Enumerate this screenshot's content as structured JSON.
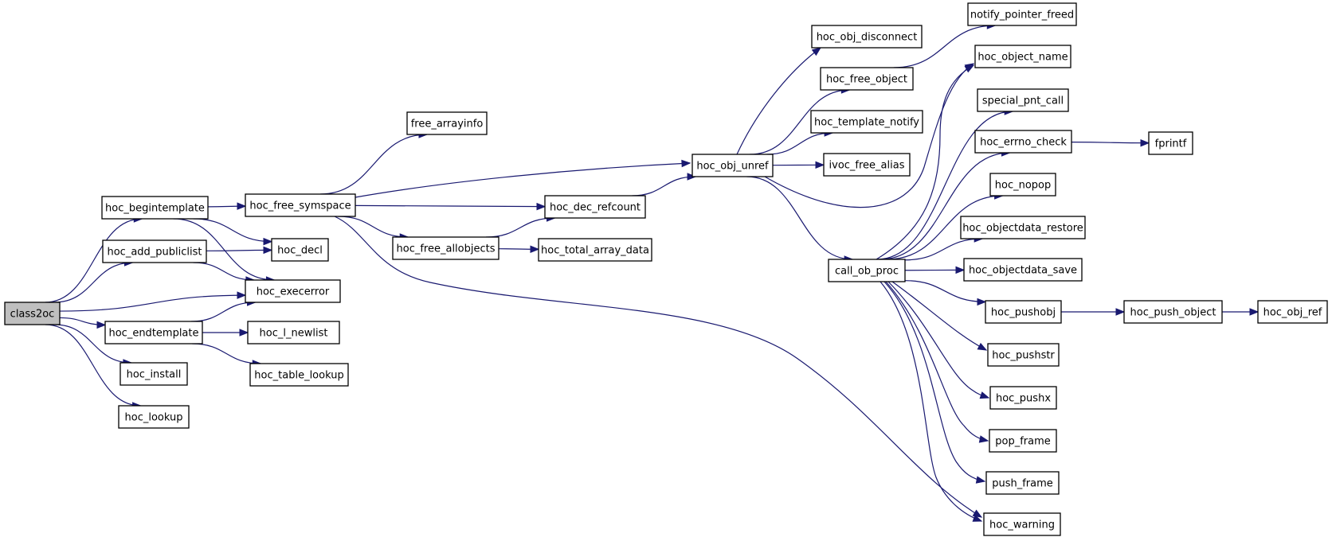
{
  "graph": {
    "type": "call-graph",
    "root": "class2oc",
    "colors": {
      "edge": "#191970",
      "node_fill": "#ffffff",
      "root_fill": "#bfbfbf",
      "node_border": "#000000"
    },
    "nodes": [
      {
        "id": "class2oc",
        "label": "class2oc"
      },
      {
        "id": "hoc_begintemplate",
        "label": "hoc_begintemplate"
      },
      {
        "id": "hoc_add_publiclist",
        "label": "hoc_add_publiclist"
      },
      {
        "id": "hoc_endtemplate",
        "label": "hoc_endtemplate"
      },
      {
        "id": "hoc_install",
        "label": "hoc_install"
      },
      {
        "id": "hoc_lookup",
        "label": "hoc_lookup"
      },
      {
        "id": "hoc_free_symspace",
        "label": "hoc_free_symspace"
      },
      {
        "id": "hoc_decl",
        "label": "hoc_decl"
      },
      {
        "id": "hoc_execerror",
        "label": "hoc_execerror"
      },
      {
        "id": "hoc_l_newlist",
        "label": "hoc_l_newlist"
      },
      {
        "id": "hoc_table_lookup",
        "label": "hoc_table_lookup"
      },
      {
        "id": "free_arrayinfo",
        "label": "free_arrayinfo"
      },
      {
        "id": "hoc_free_allobjects",
        "label": "hoc_free_allobjects"
      },
      {
        "id": "hoc_dec_refcount",
        "label": "hoc_dec_refcount"
      },
      {
        "id": "hoc_total_array_data",
        "label": "hoc_total_array_data"
      },
      {
        "id": "hoc_obj_unref",
        "label": "hoc_obj_unref"
      },
      {
        "id": "hoc_obj_disconnect",
        "label": "hoc_obj_disconnect"
      },
      {
        "id": "hoc_free_object",
        "label": "hoc_free_object"
      },
      {
        "id": "hoc_template_notify",
        "label": "hoc_template_notify"
      },
      {
        "id": "ivoc_free_alias",
        "label": "ivoc_free_alias"
      },
      {
        "id": "call_ob_proc",
        "label": "call_ob_proc"
      },
      {
        "id": "notify_pointer_freed",
        "label": "notify_pointer_freed"
      },
      {
        "id": "hoc_object_name",
        "label": "hoc_object_name"
      },
      {
        "id": "special_pnt_call",
        "label": "special_pnt_call"
      },
      {
        "id": "hoc_errno_check",
        "label": "hoc_errno_check"
      },
      {
        "id": "hoc_nopop",
        "label": "hoc_nopop"
      },
      {
        "id": "hoc_objectdata_restore",
        "label": "hoc_objectdata_restore"
      },
      {
        "id": "hoc_objectdata_save",
        "label": "hoc_objectdata_save"
      },
      {
        "id": "hoc_pushobj",
        "label": "hoc_pushobj"
      },
      {
        "id": "hoc_pushstr",
        "label": "hoc_pushstr"
      },
      {
        "id": "hoc_pushx",
        "label": "hoc_pushx"
      },
      {
        "id": "pop_frame",
        "label": "pop_frame"
      },
      {
        "id": "push_frame",
        "label": "push_frame"
      },
      {
        "id": "hoc_warning",
        "label": "hoc_warning"
      },
      {
        "id": "fprintf",
        "label": "fprintf"
      },
      {
        "id": "hoc_push_object",
        "label": "hoc_push_object"
      },
      {
        "id": "hoc_obj_ref",
        "label": "hoc_obj_ref"
      }
    ],
    "edges": [
      {
        "from": "class2oc",
        "to": "hoc_begintemplate"
      },
      {
        "from": "class2oc",
        "to": "hoc_add_publiclist"
      },
      {
        "from": "class2oc",
        "to": "hoc_execerror"
      },
      {
        "from": "class2oc",
        "to": "hoc_endtemplate"
      },
      {
        "from": "class2oc",
        "to": "hoc_install"
      },
      {
        "from": "class2oc",
        "to": "hoc_lookup"
      },
      {
        "from": "hoc_begintemplate",
        "to": "hoc_free_symspace"
      },
      {
        "from": "hoc_begintemplate",
        "to": "hoc_decl"
      },
      {
        "from": "hoc_begintemplate",
        "to": "hoc_execerror"
      },
      {
        "from": "hoc_add_publiclist",
        "to": "hoc_decl"
      },
      {
        "from": "hoc_add_publiclist",
        "to": "hoc_execerror"
      },
      {
        "from": "hoc_endtemplate",
        "to": "hoc_execerror"
      },
      {
        "from": "hoc_endtemplate",
        "to": "hoc_l_newlist"
      },
      {
        "from": "hoc_endtemplate",
        "to": "hoc_table_lookup"
      },
      {
        "from": "hoc_free_symspace",
        "to": "free_arrayinfo"
      },
      {
        "from": "hoc_free_symspace",
        "to": "hoc_obj_unref"
      },
      {
        "from": "hoc_free_symspace",
        "to": "hoc_dec_refcount"
      },
      {
        "from": "hoc_free_symspace",
        "to": "hoc_free_allobjects"
      },
      {
        "from": "hoc_free_symspace",
        "to": "hoc_warning"
      },
      {
        "from": "hoc_free_allobjects",
        "to": "hoc_dec_refcount"
      },
      {
        "from": "hoc_free_allobjects",
        "to": "hoc_total_array_data"
      },
      {
        "from": "hoc_dec_refcount",
        "to": "hoc_obj_unref"
      },
      {
        "from": "hoc_obj_unref",
        "to": "hoc_obj_disconnect"
      },
      {
        "from": "hoc_obj_unref",
        "to": "hoc_free_object"
      },
      {
        "from": "hoc_obj_unref",
        "to": "hoc_template_notify"
      },
      {
        "from": "hoc_obj_unref",
        "to": "ivoc_free_alias"
      },
      {
        "from": "hoc_obj_unref",
        "to": "hoc_object_name"
      },
      {
        "from": "hoc_obj_unref",
        "to": "call_ob_proc"
      },
      {
        "from": "hoc_free_object",
        "to": "notify_pointer_freed"
      },
      {
        "from": "call_ob_proc",
        "to": "hoc_object_name"
      },
      {
        "from": "call_ob_proc",
        "to": "special_pnt_call"
      },
      {
        "from": "call_ob_proc",
        "to": "hoc_errno_check"
      },
      {
        "from": "call_ob_proc",
        "to": "hoc_nopop"
      },
      {
        "from": "call_ob_proc",
        "to": "hoc_objectdata_restore"
      },
      {
        "from": "call_ob_proc",
        "to": "hoc_objectdata_save"
      },
      {
        "from": "call_ob_proc",
        "to": "hoc_pushobj"
      },
      {
        "from": "call_ob_proc",
        "to": "hoc_pushstr"
      },
      {
        "from": "call_ob_proc",
        "to": "hoc_pushx"
      },
      {
        "from": "call_ob_proc",
        "to": "pop_frame"
      },
      {
        "from": "call_ob_proc",
        "to": "push_frame"
      },
      {
        "from": "call_ob_proc",
        "to": "hoc_warning"
      },
      {
        "from": "hoc_errno_check",
        "to": "fprintf"
      },
      {
        "from": "hoc_pushobj",
        "to": "hoc_push_object"
      },
      {
        "from": "hoc_push_object",
        "to": "hoc_obj_ref"
      }
    ]
  }
}
